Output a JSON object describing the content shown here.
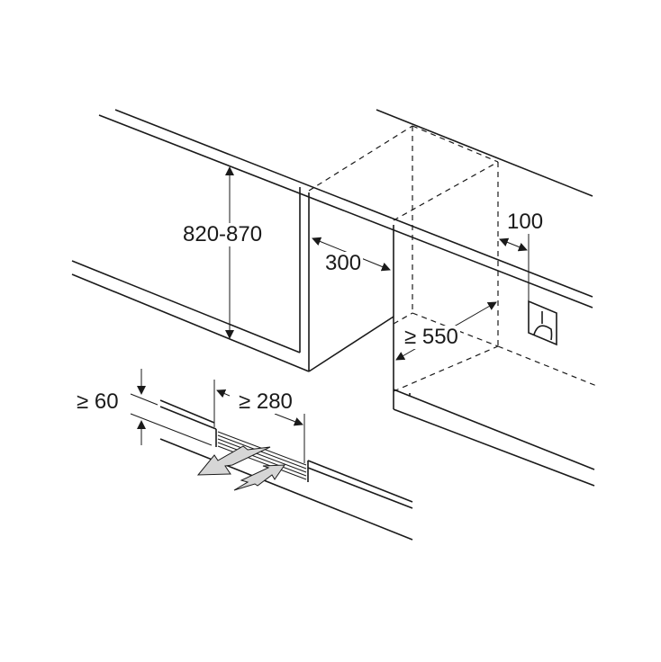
{
  "dimensions": {
    "height": "820-870",
    "niche_gap": "300",
    "depth": "≥ 550",
    "socket_offset": "100",
    "vent_height": "≥ 60",
    "vent_width": "≥ 280"
  },
  "colors": {
    "line": "#1a1a1a",
    "arrow_fill": "#d6d6d6"
  }
}
